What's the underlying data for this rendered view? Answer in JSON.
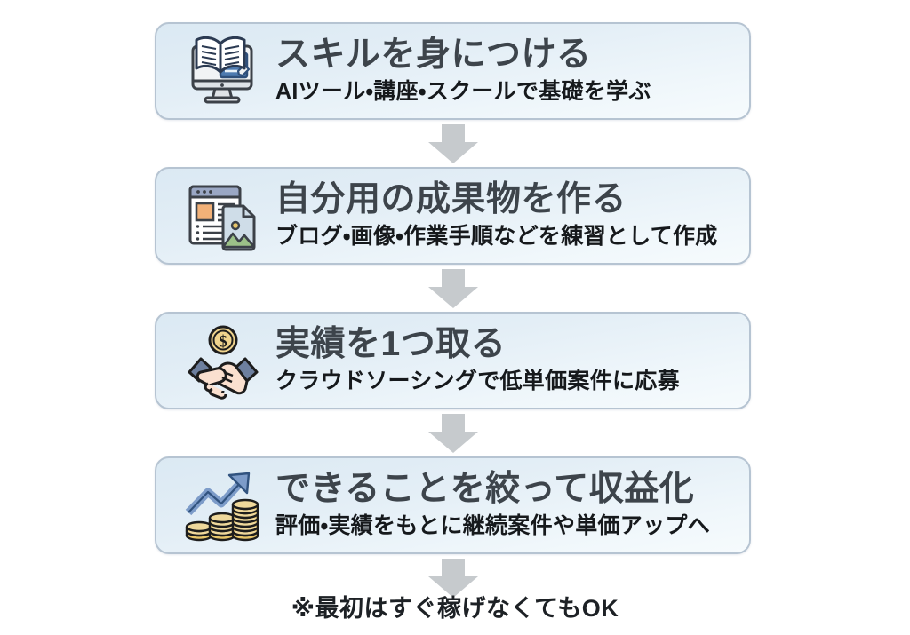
{
  "page": {
    "background": "#ffffff",
    "footnote": "※最初はすぐ稼げなくてもOK"
  },
  "theme": {
    "card_border": "#b6c4d2",
    "card_fill_top": "#dbe9f3",
    "card_fill_bottom": "#f6fbfd",
    "title_color": "#3d444b",
    "subtitle_color": "#16191c",
    "arrow_color": "#c6cacd",
    "accent_blue": "#41618f",
    "accent_orange": "#f2b178",
    "accent_green": "#9cc188",
    "accent_gold": "#e8c66a"
  },
  "steps": [
    {
      "icon": "book-on-monitor-icon",
      "title": "スキルを身につける",
      "subtitle": "AIツール・講座・スクールで基礎を学ぶ"
    },
    {
      "icon": "webpage-and-image-document-icon",
      "title": "自分用の成果物を作る",
      "subtitle": "ブログ・画像・作業手順などを練習として作成"
    },
    {
      "icon": "handshake-with-coin-icon",
      "title": "実績を1つ取る",
      "subtitle": "クラウドソーシングで低単価案件に応募"
    },
    {
      "icon": "growth-arrow-with-coin-stacks-icon",
      "title": "できることを絞って収益化",
      "subtitle": "評価・実績をもとに継続案件や単価アップへ"
    }
  ],
  "arrows": [
    {
      "name": "down-arrow-icon"
    },
    {
      "name": "down-arrow-icon"
    },
    {
      "name": "down-arrow-icon"
    },
    {
      "name": "down-arrow-icon"
    }
  ]
}
